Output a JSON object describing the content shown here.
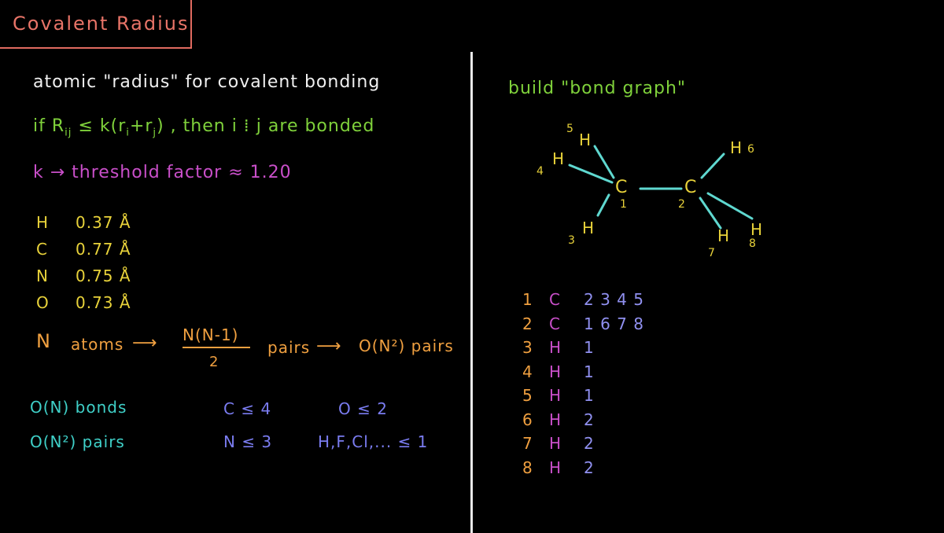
{
  "title": "Covalent Radius",
  "left": {
    "line1": "atomic \"radius\" for covalent bonding",
    "line2_prefix": "if R",
    "line2_sub": "ij",
    "line2_mid": " ≤ k(r",
    "line2_sub_i": "i",
    "line2_plus": "+r",
    "line2_sub_j": "j",
    "line2_suffix": ") , then i ⁞ j are bonded",
    "line3": "k → threshold factor ≈ 1.20",
    "radii": [
      {
        "el": "H",
        "val": "0.37 Å"
      },
      {
        "el": "C",
        "val": "0.77 Å"
      },
      {
        "el": "N",
        "val": "0.75 Å"
      },
      {
        "el": "O",
        "val": "0.73 Å"
      }
    ],
    "natoms": "N",
    "atoms_word": "atoms",
    "frac_num": "N(N-1)",
    "frac_den": "2",
    "pairs_word": "pairs",
    "big_o_pairs": "O(N²) pairs",
    "big_o_bonds": "O(N) bonds",
    "big_o_n2_pairs": "O(N²) pairs",
    "c_le": "C ≤ 4",
    "n_le": "N ≤ 3",
    "o_le": "O ≤ 2",
    "h_le": "H,F,Cl,... ≤ 1"
  },
  "right": {
    "heading": "build \"bond graph\"",
    "molecule": {
      "atoms": [
        {
          "label": "C",
          "num": "1"
        },
        {
          "label": "C",
          "num": "2"
        },
        {
          "label": "H",
          "num": "3"
        },
        {
          "label": "H",
          "num": "4"
        },
        {
          "label": "H",
          "num": "5"
        },
        {
          "label": "H",
          "num": "6"
        },
        {
          "label": "H",
          "num": "7"
        },
        {
          "label": "H",
          "num": "8"
        }
      ]
    },
    "table": [
      {
        "idx": "1",
        "el": "C",
        "bonds": "2 3 4 5"
      },
      {
        "idx": "2",
        "el": "C",
        "bonds": "1 6 7 8"
      },
      {
        "idx": "3",
        "el": "H",
        "bonds": "1"
      },
      {
        "idx": "4",
        "el": "H",
        "bonds": "1"
      },
      {
        "idx": "5",
        "el": "H",
        "bonds": "1"
      },
      {
        "idx": "6",
        "el": "H",
        "bonds": "2"
      },
      {
        "idx": "7",
        "el": "H",
        "bonds": "2"
      },
      {
        "idx": "8",
        "el": "H",
        "bonds": "2"
      }
    ]
  },
  "colors": {
    "title": "#e87468",
    "white": "#f0f0f0",
    "green": "#7fd13b",
    "magenta": "#c94fc9",
    "yellow": "#e8d23a",
    "orange": "#f0a040",
    "cyan": "#3fd0c8",
    "blue": "#7a7cf0",
    "lavender": "#9090f0",
    "teal_line": "#5fd8d0"
  }
}
